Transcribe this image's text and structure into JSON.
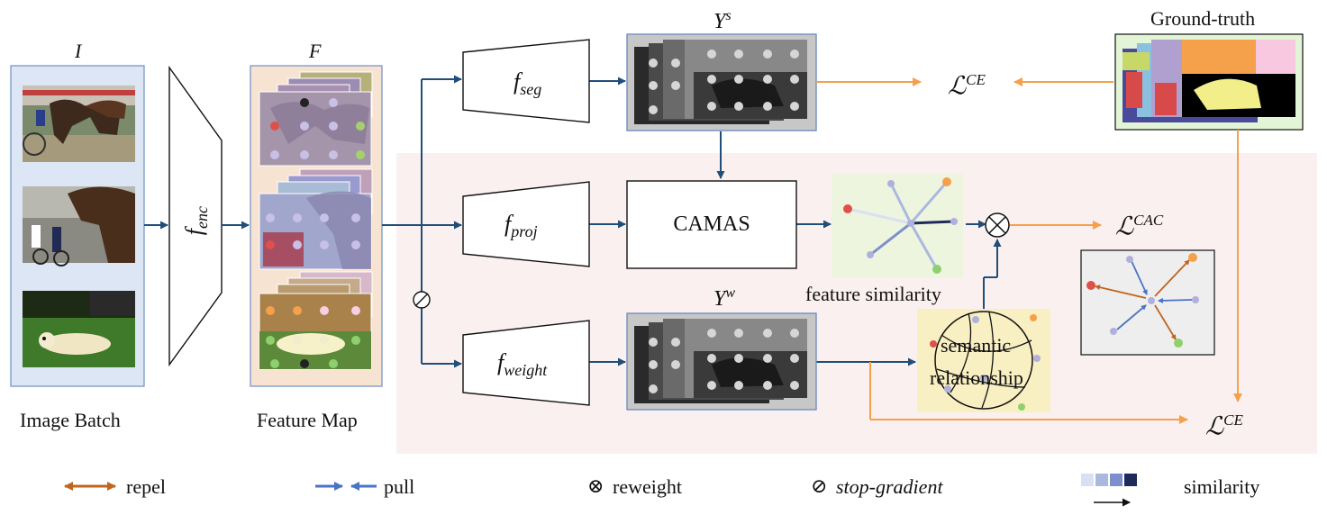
{
  "inputs": {
    "image_symbol": "I",
    "image_caption": "Image Batch",
    "feature_symbol": "F",
    "feature_caption": "Feature Map"
  },
  "modules": {
    "encoder": {
      "base": "f",
      "sub": "enc"
    },
    "seg": {
      "base": "f",
      "sub": "seg"
    },
    "proj": {
      "base": "f",
      "sub": "proj"
    },
    "weight": {
      "base": "f",
      "sub": "weight"
    },
    "camas": "CAMAS"
  },
  "outputs": {
    "ys": {
      "base": "Y",
      "sup": "s"
    },
    "yw": {
      "base": "Y",
      "sup": "w"
    },
    "ground_truth": "Ground-truth"
  },
  "losses": {
    "ce_top": {
      "base": "ℒ",
      "sup": "CE"
    },
    "cac": {
      "base": "ℒ",
      "sup": "CAC"
    },
    "ce_bottom": {
      "base": "ℒ",
      "sup": "CE"
    }
  },
  "panels": {
    "feature_similarity": "feature similarity",
    "semantic_line1": "semantic",
    "semantic_line2": "relationship",
    "stop_symbol": "⊘",
    "reweight_symbol": "⊗"
  },
  "legend": {
    "repel": "repel",
    "pull": "pull",
    "reweight_symbol": "⊗",
    "reweight": "reweight",
    "stop_symbol": "⊘",
    "stop_gradient": "stop-gradient",
    "similarity": "similarity"
  },
  "colors": {
    "navy": "#1f4e79",
    "orange": "#f5a04a",
    "repel": "#c0651e",
    "pull": "#4a73c4",
    "image_batch_bg": "#dde6f5",
    "feature_bg": "#f7e3d2",
    "region_bg": "#fbf0f0",
    "sim_panel_bg": "#eef5df",
    "sem_panel_bg": "#f8efc2",
    "cac_panel_bg": "#eeeeee",
    "similarity_scale": [
      "#d8e0f2",
      "#aab8e0",
      "#7d8fcc",
      "#1f2a5a"
    ]
  }
}
